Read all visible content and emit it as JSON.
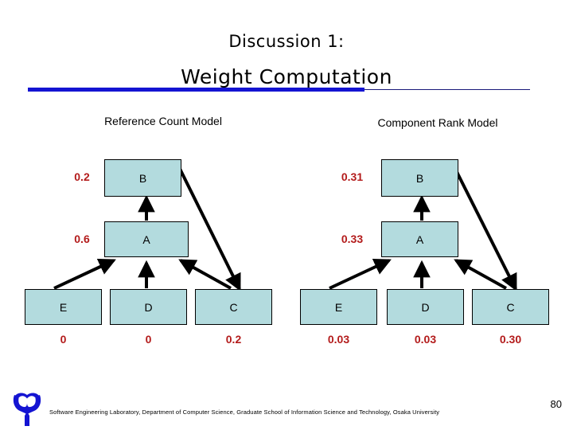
{
  "slide": {
    "title_line1": "Discussion 1:",
    "title_line2": "Weight Computation",
    "page_number": "80",
    "footer": "Software Engineering Laboratory, Department of Computer Science, Graduate School of Information Science and Technology, Osaka University",
    "accent_blue": "#1414d2",
    "box_fill": "#b3dbde",
    "weight_color": "#b31b1b"
  },
  "diagrams": [
    {
      "caption": "Reference Count Model",
      "nodes": [
        {
          "id": "B",
          "label": "B",
          "weight": "0.2"
        },
        {
          "id": "A",
          "label": "A",
          "weight": "0.6"
        },
        {
          "id": "E",
          "label": "E",
          "weight": "0"
        },
        {
          "id": "D",
          "label": "D",
          "weight": "0"
        },
        {
          "id": "C",
          "label": "C",
          "weight": "0.2"
        }
      ],
      "edges": [
        {
          "from": "E",
          "to": "A"
        },
        {
          "from": "D",
          "to": "A"
        },
        {
          "from": "C",
          "to": "A"
        },
        {
          "from": "A",
          "to": "B"
        },
        {
          "from": "B",
          "to": "C"
        }
      ]
    },
    {
      "caption": "Component Rank Model",
      "nodes": [
        {
          "id": "B",
          "label": "B",
          "weight": "0.31"
        },
        {
          "id": "A",
          "label": "A",
          "weight": "0.33"
        },
        {
          "id": "E",
          "label": "E",
          "weight": "0.03"
        },
        {
          "id": "D",
          "label": "D",
          "weight": "0.03"
        },
        {
          "id": "C",
          "label": "C",
          "weight": "0.30"
        }
      ],
      "edges": [
        {
          "from": "E",
          "to": "A"
        },
        {
          "from": "D",
          "to": "A"
        },
        {
          "from": "C",
          "to": "A"
        },
        {
          "from": "A",
          "to": "B"
        },
        {
          "from": "B",
          "to": "C"
        }
      ]
    }
  ]
}
